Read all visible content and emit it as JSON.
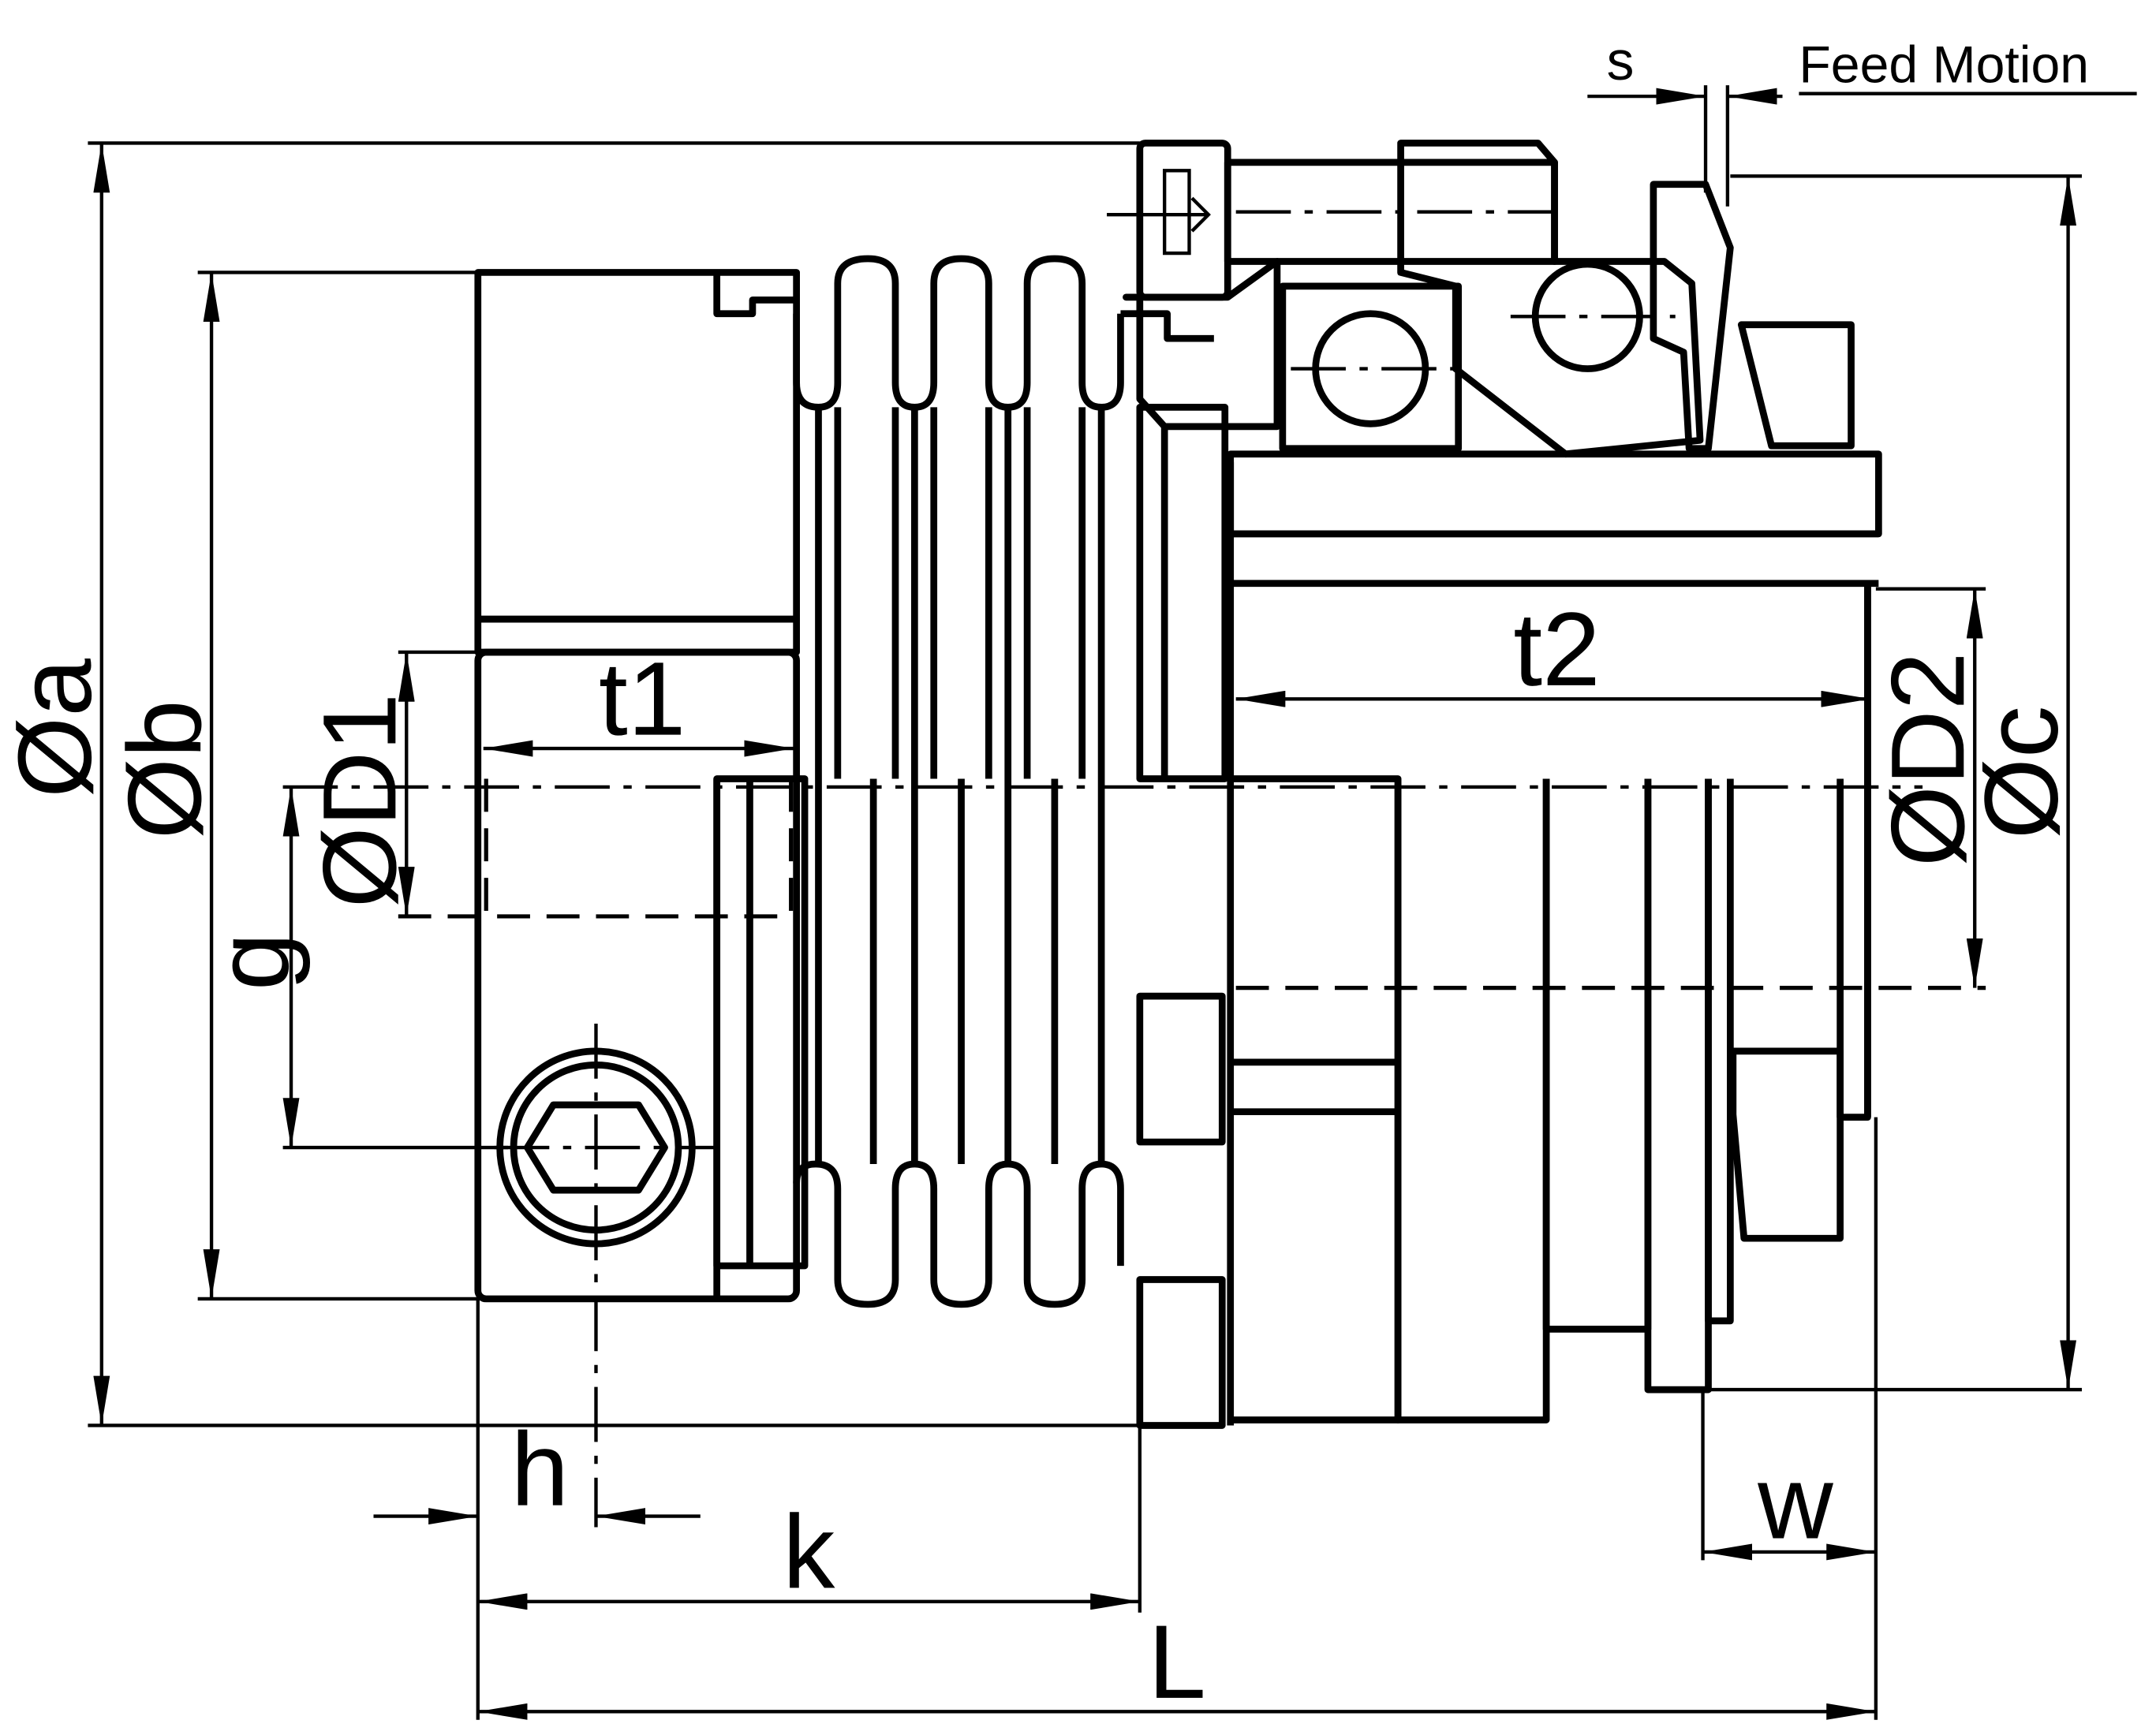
{
  "drawing": {
    "labels": {
      "dia_a": "Øa",
      "dia_b": "Øb",
      "dia_c": "Øc",
      "dia_d1": "ØD1",
      "dia_d2": "ØD2",
      "t1": "t1",
      "t2": "t2",
      "g": "g",
      "h": "h",
      "k": "k",
      "L": "L",
      "w": "w",
      "s": "s",
      "feed_motion": "Feed Motion"
    }
  }
}
